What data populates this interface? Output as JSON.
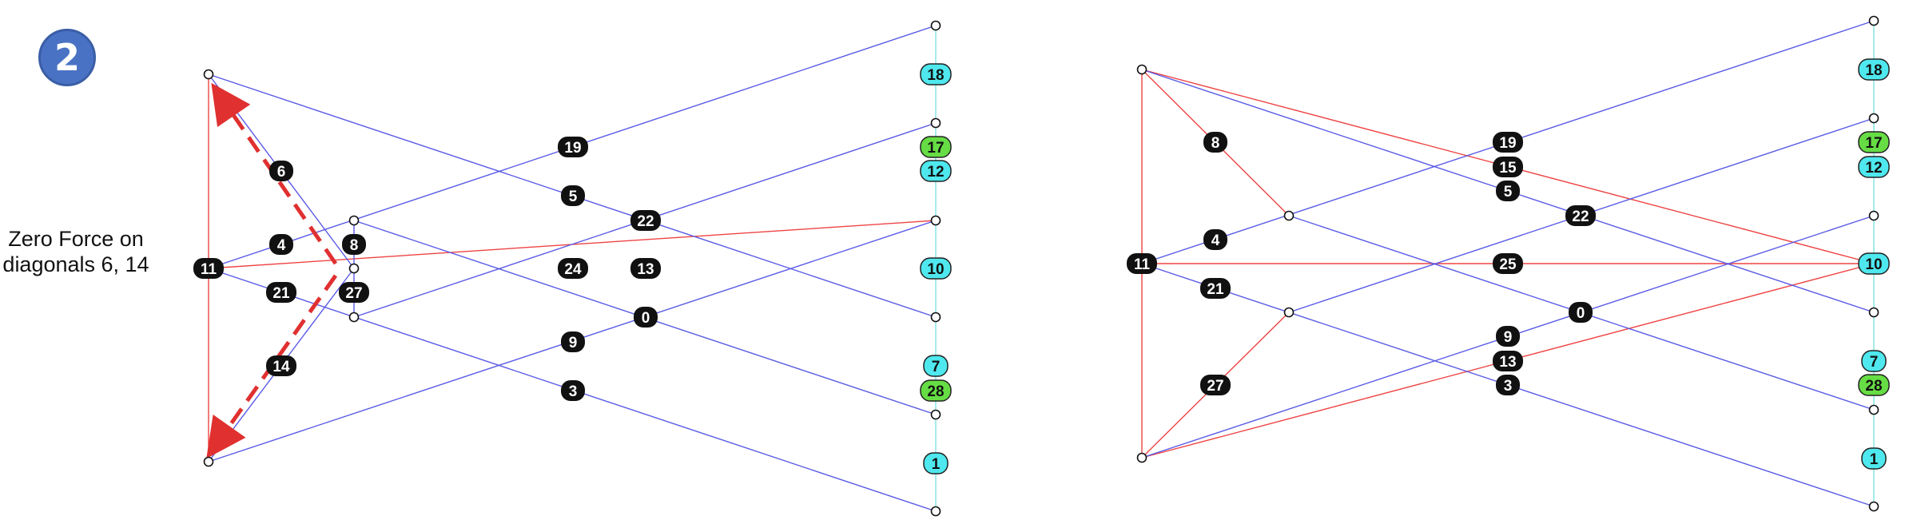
{
  "step_badge": "2",
  "caption": {
    "line1": "Zero Force on",
    "line2": "diagonals 6, 14"
  },
  "colors": {
    "compression": "#5a5ae6",
    "tension": "#ee4444",
    "boundary": "#7fe3e3",
    "dashed": "#e03030",
    "label_black": "#111111",
    "label_cyan": "#4ee8ee",
    "label_green": "#66dd44"
  },
  "left_diagram": {
    "labels": [
      {
        "text": "19",
        "kind": "black"
      },
      {
        "text": "5",
        "kind": "black"
      },
      {
        "text": "22",
        "kind": "black"
      },
      {
        "text": "6",
        "kind": "black"
      },
      {
        "text": "4",
        "kind": "black"
      },
      {
        "text": "11",
        "kind": "black"
      },
      {
        "text": "21",
        "kind": "black"
      },
      {
        "text": "8",
        "kind": "black"
      },
      {
        "text": "27",
        "kind": "black"
      },
      {
        "text": "24",
        "kind": "black"
      },
      {
        "text": "13",
        "kind": "black"
      },
      {
        "text": "0",
        "kind": "black"
      },
      {
        "text": "9",
        "kind": "black"
      },
      {
        "text": "14",
        "kind": "black"
      },
      {
        "text": "3",
        "kind": "black"
      },
      {
        "text": "18",
        "kind": "cyan"
      },
      {
        "text": "17",
        "kind": "green"
      },
      {
        "text": "12",
        "kind": "cyan"
      },
      {
        "text": "10",
        "kind": "cyan"
      },
      {
        "text": "7",
        "kind": "cyan"
      },
      {
        "text": "28",
        "kind": "green"
      },
      {
        "text": "1",
        "kind": "cyan"
      }
    ]
  },
  "right_diagram": {
    "labels": [
      {
        "text": "8",
        "kind": "black"
      },
      {
        "text": "19",
        "kind": "black"
      },
      {
        "text": "15",
        "kind": "black"
      },
      {
        "text": "5",
        "kind": "black"
      },
      {
        "text": "22",
        "kind": "black"
      },
      {
        "text": "4",
        "kind": "black"
      },
      {
        "text": "11",
        "kind": "black"
      },
      {
        "text": "25",
        "kind": "black"
      },
      {
        "text": "21",
        "kind": "black"
      },
      {
        "text": "0",
        "kind": "black"
      },
      {
        "text": "9",
        "kind": "black"
      },
      {
        "text": "13",
        "kind": "black"
      },
      {
        "text": "3",
        "kind": "black"
      },
      {
        "text": "27",
        "kind": "black"
      },
      {
        "text": "18",
        "kind": "cyan"
      },
      {
        "text": "17",
        "kind": "green"
      },
      {
        "text": "12",
        "kind": "cyan"
      },
      {
        "text": "10",
        "kind": "cyan"
      },
      {
        "text": "7",
        "kind": "cyan"
      },
      {
        "text": "28",
        "kind": "green"
      },
      {
        "text": "1",
        "kind": "cyan"
      }
    ]
  }
}
